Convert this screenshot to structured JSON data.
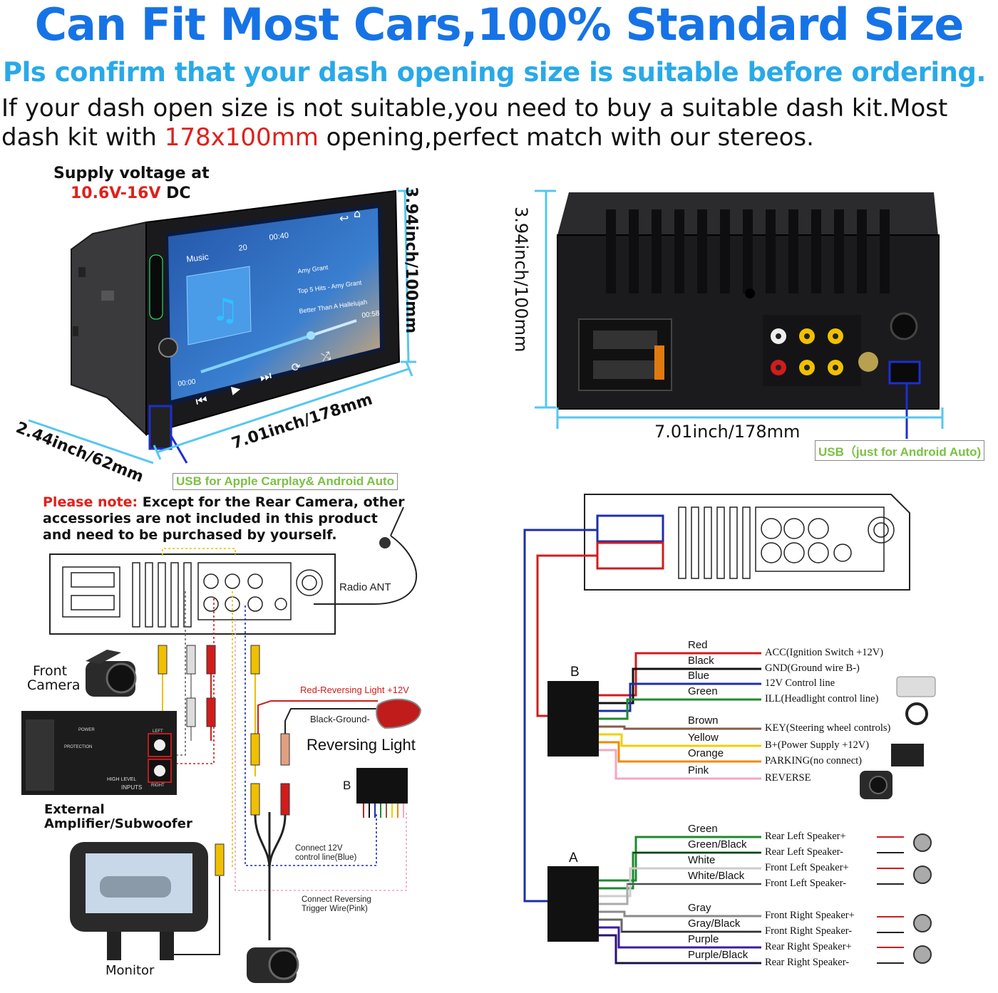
{
  "header": {
    "title": "Can Fit Most Cars,100% Standard Size",
    "subtitle": "Pls confirm that your dash opening size is suitable before ordering.",
    "line1": "If your dash open size is not suitable,you need to buy a suitable dash kit.Most",
    "line2_pre": "dash kit with ",
    "line2_highlight": "178x100mm",
    "line2_post": " opening,perfect match with our stereos."
  },
  "front_unit": {
    "voltage_label": "Supply voltage at",
    "voltage_value": "10.6V-16V",
    "voltage_unit": " DC",
    "height_dim": "3.94inch/100mm",
    "width_dim": "7.01inch/178mm",
    "depth_dim": "2.44inch/62mm",
    "usb_note": "USB for Apple Carplay& Android Auto",
    "screen": {
      "app": "Music",
      "volume": "20",
      "clock": "00:40",
      "tracks": [
        "Amy Grant",
        "Top 5 Hits - Amy Grant",
        "Better Than A Hallelujah"
      ],
      "elapsed": "00:00",
      "total": "00:58"
    }
  },
  "rear_unit": {
    "height_dim": "3.94inch/100mm",
    "width_dim": "7.01inch/178mm",
    "usb_note": "USB（just for Android Auto)"
  },
  "accessories": {
    "note_label": "Please note:",
    "note_text_1": " Except for the Rear Camera, other",
    "note_text_2": "accessories are not included in this product",
    "note_text_3": "and need to be purchased by yourself.",
    "radio_ant": "Radio ANT",
    "front_camera": "Front\nCamera",
    "front_camera_1": "Front",
    "front_camera_2": "Camera",
    "amplifier_1": "External",
    "amplifier_2": "Amplifier/Subwoofer",
    "monitor": "Monitor",
    "reversing_red": "Red-Reversing Light +12V",
    "reversing_black": "Black-Ground-",
    "reversing_light": "Reversing Light",
    "connector_b": "B",
    "connect_12v_1": "Connect 12V",
    "connect_12v_2": "control line(Blue)",
    "connect_rev_1": "Connect Reversing",
    "connect_rev_2": "Trigger Wire(Pink)",
    "amp_power": "POWER",
    "amp_protection": "PROTECTION",
    "amp_high_level": "HIGH LEVEL",
    "amp_inputs": "INPUTS",
    "amp_left": "LEFT",
    "amp_right": "RIGHT"
  },
  "harness_b": {
    "label": "B",
    "wires": [
      {
        "color_name": "Red",
        "function": "ACC(Ignition Switch +12V)",
        "hex": "#d21c1c"
      },
      {
        "color_name": "Black",
        "function": "GND(Ground wire B-)",
        "hex": "#111111"
      },
      {
        "color_name": "Blue",
        "function": "12V Control line",
        "hex": "#1c2fa8"
      },
      {
        "color_name": "Green",
        "function": "ILL(Headlight control line)",
        "hex": "#1e8a2e"
      },
      {
        "color_name": "Brown",
        "function": "KEY(Steering wheel controls)",
        "hex": "#8a5a44"
      },
      {
        "color_name": "Yellow",
        "function": "B+(Power Supply +12V)",
        "hex": "#f0d000"
      },
      {
        "color_name": "Orange",
        "function": "PARKING(no connect)",
        "hex": "#f08a00"
      },
      {
        "color_name": "Pink",
        "function": "REVERSE",
        "hex": "#f4a6c0"
      }
    ]
  },
  "harness_a": {
    "label": "A",
    "wires": [
      {
        "color_name": "Green",
        "function": "Rear Left Speaker+",
        "hex": "#1e8a2e"
      },
      {
        "color_name": "Green/Black",
        "function": "Rear Left Speaker-",
        "hex": "#1e8a2e"
      },
      {
        "color_name": "White",
        "function": "Front Left Speaker+",
        "hex": "#cccccc"
      },
      {
        "color_name": "White/Black",
        "function": "Front Left Speaker-",
        "hex": "#aaaaaa"
      },
      {
        "color_name": "Gray",
        "function": "Front Right Speaker+",
        "hex": "#8a8a8a"
      },
      {
        "color_name": "Gray/Black",
        "function": "Front Right Speaker-",
        "hex": "#666666"
      },
      {
        "color_name": "Purple",
        "function": "Rear Right Speaker+",
        "hex": "#3c1ca0"
      },
      {
        "color_name": "Purple/Black",
        "function": "Rear Right Speaker-",
        "hex": "#2a1470"
      }
    ]
  },
  "colors": {
    "title_blue": "#1673e6",
    "subtitle_blue": "#29a9e8",
    "highlight_red": "#e0201b",
    "dimension_cyan": "#55c7f0",
    "usb_green": "#7bc043"
  }
}
